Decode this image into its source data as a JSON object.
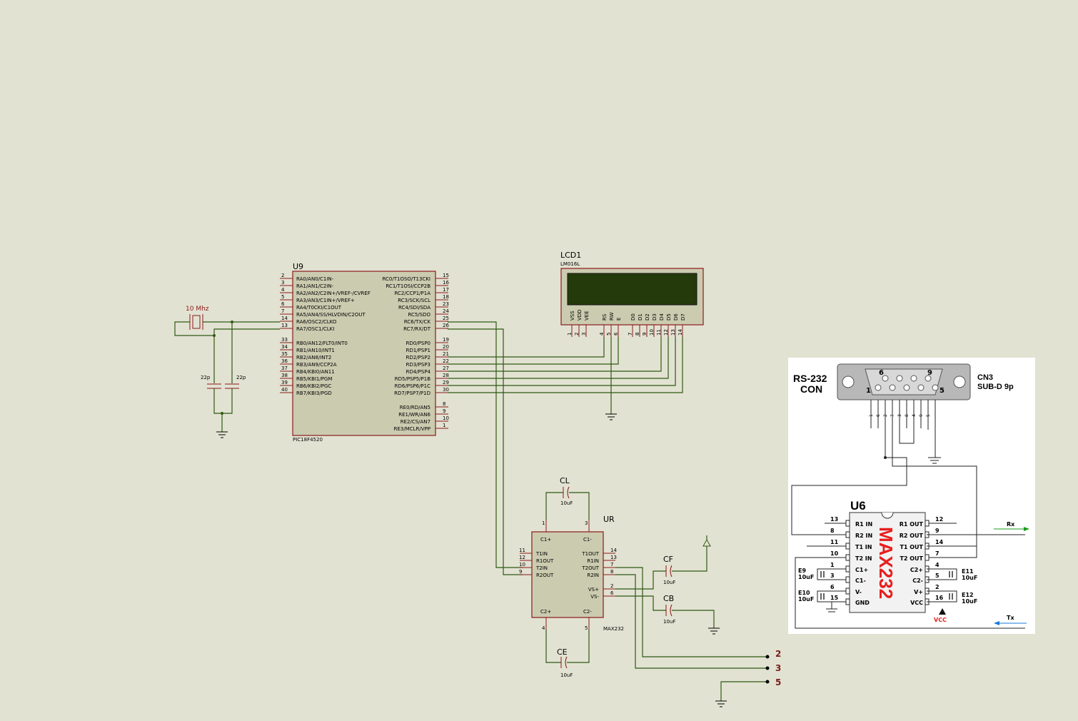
{
  "u9": {
    "ref": "U9",
    "part": "PIC18F4520",
    "left_pins": [
      {
        "num": "2",
        "name": "RA0/AN0/C1IN-"
      },
      {
        "num": "3",
        "name": "RA1/AN1/C2IN-"
      },
      {
        "num": "4",
        "name": "RA2/AN2/C2IN+/VREF-/CVREF"
      },
      {
        "num": "5",
        "name": "RA3/AN3/C1IN+/VREF+"
      },
      {
        "num": "6",
        "name": "RA4/T0CKI/C1OUT"
      },
      {
        "num": "7",
        "name": "RA5/AN4/SS/HLVDIN/C2OUT"
      },
      {
        "num": "14",
        "name": "RA6/OSC2/CLKO"
      },
      {
        "num": "13",
        "name": "RA7/OSC1/CLKI"
      },
      {
        "num": "33",
        "name": "RB0/AN12/FLT0/INT0"
      },
      {
        "num": "34",
        "name": "RB1/AN10/INT1"
      },
      {
        "num": "35",
        "name": "RB2/AN8/INT2"
      },
      {
        "num": "36",
        "name": "RB3/AN9/CCP2A"
      },
      {
        "num": "37",
        "name": "RB4/KBI0/AN11"
      },
      {
        "num": "38",
        "name": "RB5/KBI1/PGM"
      },
      {
        "num": "39",
        "name": "RB6/KBI2/PGC"
      },
      {
        "num": "40",
        "name": "RB7/KBI3/PGD"
      }
    ],
    "right_pins": [
      {
        "num": "15",
        "name": "RC0/T1OSO/T13CKI"
      },
      {
        "num": "16",
        "name": "RC1/T1OSI/CCP2B"
      },
      {
        "num": "17",
        "name": "RC2/CCP1/P1A"
      },
      {
        "num": "18",
        "name": "RC3/SCK/SCL"
      },
      {
        "num": "23",
        "name": "RC4/SDI/SDA"
      },
      {
        "num": "24",
        "name": "RC5/SDO"
      },
      {
        "num": "25",
        "name": "RC6/TX/CK"
      },
      {
        "num": "26",
        "name": "RC7/RX/DT"
      },
      {
        "num": "19",
        "name": "RD0/PSP0"
      },
      {
        "num": "20",
        "name": "RD1/PSP1"
      },
      {
        "num": "21",
        "name": "RD2/PSP2"
      },
      {
        "num": "22",
        "name": "RD3/PSP3"
      },
      {
        "num": "27",
        "name": "RD4/PSP4"
      },
      {
        "num": "28",
        "name": "RD5/PSP5/P1B"
      },
      {
        "num": "29",
        "name": "RD6/PSP6/P1C"
      },
      {
        "num": "30",
        "name": "RD7/PSP7/P1D"
      },
      {
        "num": "8",
        "name": "RE0/RD/AN5"
      },
      {
        "num": "9",
        "name": "RE1/WR/AN6"
      },
      {
        "num": "10",
        "name": "RE2/CS/AN7"
      },
      {
        "num": "1",
        "name": "RE3/MCLR/VPP"
      }
    ]
  },
  "crystal": {
    "label": "10 Mhz"
  },
  "osc_caps": [
    "22p",
    "22p"
  ],
  "lcd": {
    "ref": "LCD1",
    "part": "LM016L",
    "pins": [
      {
        "num": "1",
        "name": "VSS"
      },
      {
        "num": "2",
        "name": "VDD"
      },
      {
        "num": "3",
        "name": "VEE"
      },
      {
        "num": "4",
        "name": "RS"
      },
      {
        "num": "5",
        "name": "RW"
      },
      {
        "num": "6",
        "name": "E"
      },
      {
        "num": "7",
        "name": "D0"
      },
      {
        "num": "8",
        "name": "D1"
      },
      {
        "num": "9",
        "name": "D2"
      },
      {
        "num": "10",
        "name": "D3"
      },
      {
        "num": "11",
        "name": "D4"
      },
      {
        "num": "12",
        "name": "D5"
      },
      {
        "num": "13",
        "name": "D6"
      },
      {
        "num": "14",
        "name": "D7"
      }
    ]
  },
  "ur": {
    "ref": "UR",
    "part": "MAX232",
    "top_pins": [
      {
        "num": "1",
        "name": "C1+"
      },
      {
        "num": "3",
        "name": "C1-"
      }
    ],
    "bottom_pins": [
      {
        "num": "4",
        "name": "C2+"
      },
      {
        "num": "5",
        "name": "C2-"
      }
    ],
    "left_pins": [
      {
        "num": "11",
        "name": "T1IN"
      },
      {
        "num": "12",
        "name": "R1OUT"
      },
      {
        "num": "10",
        "name": "T2IN"
      },
      {
        "num": "9",
        "name": "R2OUT"
      }
    ],
    "right_pins": [
      {
        "num": "14",
        "name": "T1OUT"
      },
      {
        "num": "13",
        "name": "R1IN"
      },
      {
        "num": "7",
        "name": "T2OUT"
      },
      {
        "num": "8",
        "name": "R2IN"
      },
      {
        "num": "2",
        "name": "VS+"
      },
      {
        "num": "6",
        "name": "VS-"
      }
    ],
    "caps": [
      {
        "ref": "CL",
        "value": "10uF"
      },
      {
        "ref": "CE",
        "value": "10uF"
      },
      {
        "ref": "CF",
        "value": "10uF"
      },
      {
        "ref": "CB",
        "value": "10uF"
      }
    ]
  },
  "terminals": [
    "2",
    "3",
    "5"
  ],
  "rs232": {
    "title_line1": "RS-232",
    "title_line2": "CON",
    "cn_line1": "CN3",
    "cn_line2": "SUB-D 9p",
    "pin_top_left": "6",
    "pin_top_right": "9",
    "pin_bottom_left": "1",
    "pin_bottom_right": "5",
    "wire_numbers": [
      "1",
      "6",
      "2",
      "7",
      "3",
      "8",
      "4",
      "9",
      "5"
    ]
  },
  "u6": {
    "ref": "U6",
    "chip_text": "MAX232",
    "left_pins": [
      {
        "num": "13",
        "name": "R1 IN"
      },
      {
        "num": "8",
        "name": "R2 IN"
      },
      {
        "num": "11",
        "name": "T1 IN"
      },
      {
        "num": "10",
        "name": "T2 IN"
      },
      {
        "num": "1",
        "name": "C1+"
      },
      {
        "num": "3",
        "name": "C1-"
      },
      {
        "num": "6",
        "name": "V-"
      },
      {
        "num": "15",
        "name": "GND"
      }
    ],
    "right_pins": [
      {
        "num": "12",
        "name": "R1 OUT"
      },
      {
        "num": "9",
        "name": "R2 OUT"
      },
      {
        "num": "14",
        "name": "T1 OUT"
      },
      {
        "num": "7",
        "name": "T2 OUT"
      },
      {
        "num": "4",
        "name": "C2+"
      },
      {
        "num": "5",
        "name": "C2-"
      },
      {
        "num": "2",
        "name": "V+"
      },
      {
        "num": "16",
        "name": "VCC"
      }
    ],
    "caps": [
      {
        "ref": "E9",
        "value": "10uF"
      },
      {
        "ref": "E10",
        "value": "10uF"
      },
      {
        "ref": "E11",
        "value": "10uF"
      },
      {
        "ref": "E12",
        "value": "10uF"
      }
    ],
    "vcc_label": "VCC",
    "rx_label": "Rx",
    "tx_label": "Tx"
  }
}
